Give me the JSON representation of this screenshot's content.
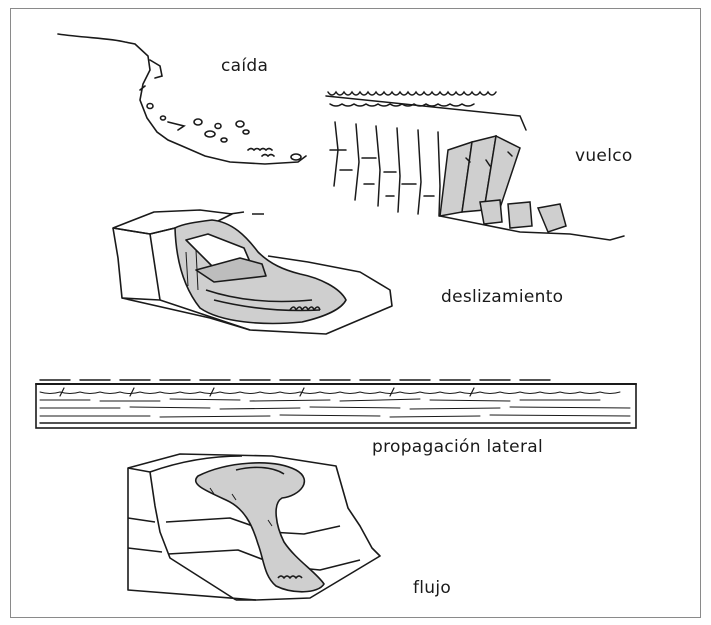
{
  "labels": {
    "caida": "caída",
    "vuelco": "vuelco",
    "deslizamiento": "deslizamiento",
    "propagacion_lateral": "propagación lateral",
    "flujo": "flujo"
  },
  "colors": {
    "ink": "#1a1a1a",
    "fill_gray": "#cfcfcf",
    "background": "#ffffff"
  }
}
